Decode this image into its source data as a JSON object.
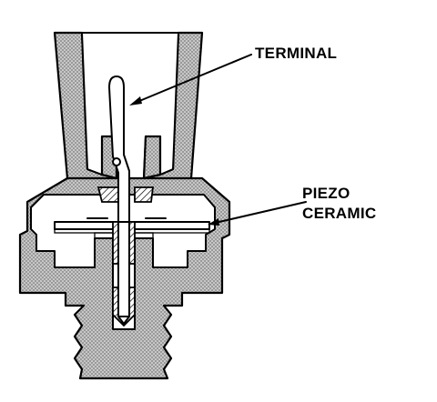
{
  "labels": {
    "terminal": "TERMINAL",
    "piezo_line1": "PIEZO",
    "piezo_line2": "CERAMIC"
  },
  "colors": {
    "ink": "#000000",
    "paper": "#ffffff",
    "stipple": "#8c8c8c"
  }
}
